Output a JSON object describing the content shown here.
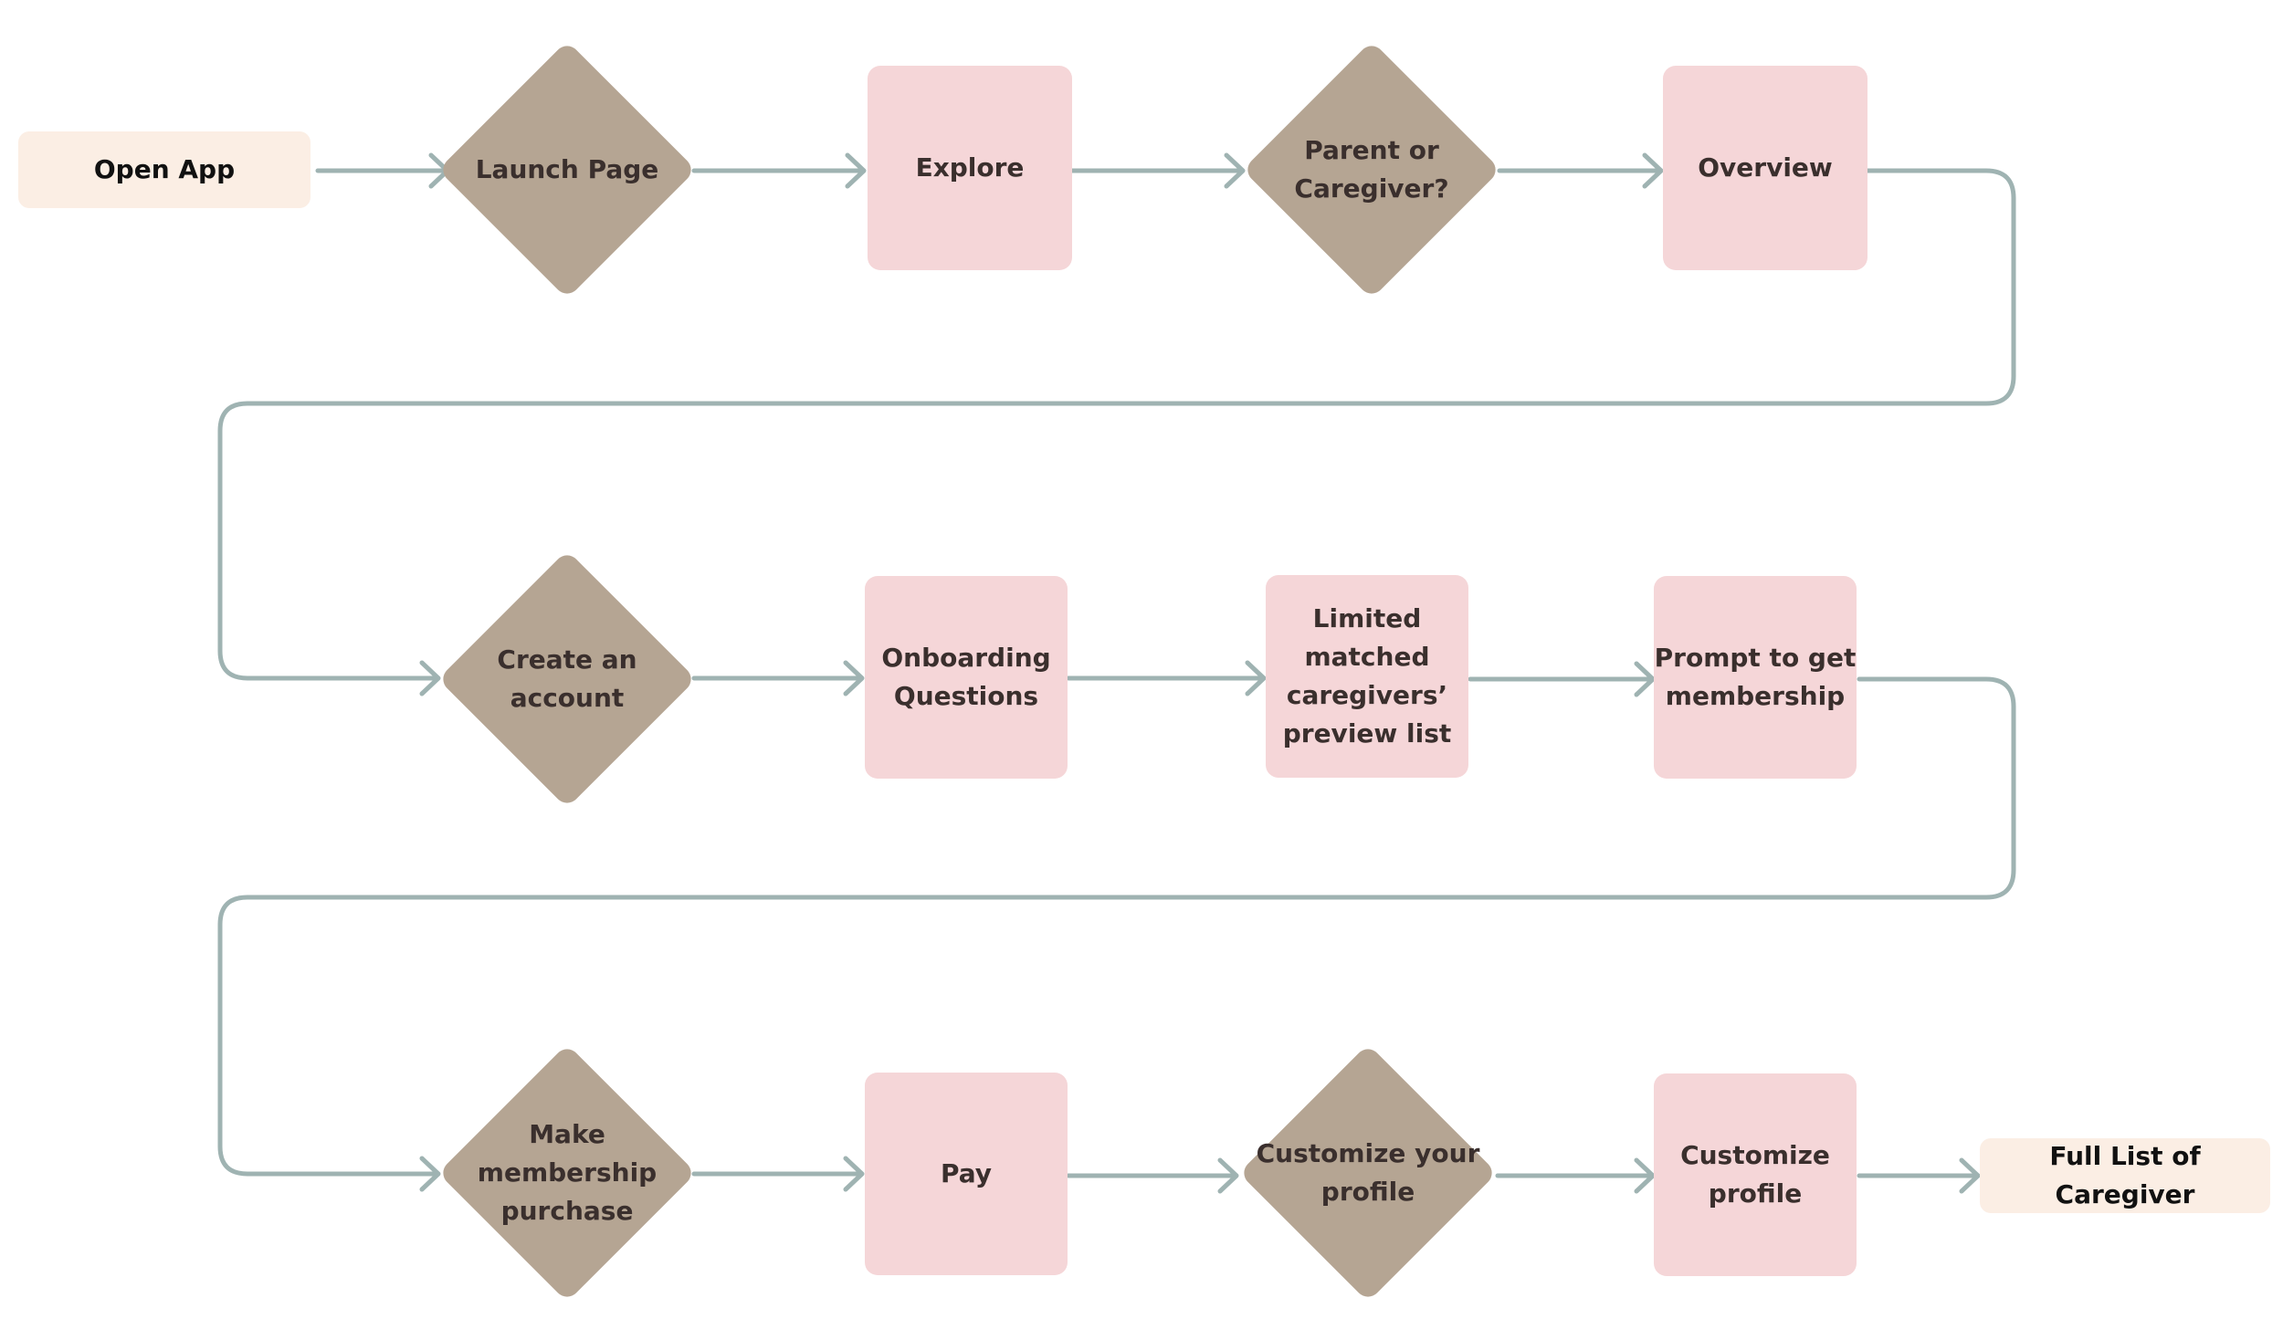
{
  "diagram": {
    "title": "",
    "colors": {
      "connector": "#9fb3b2",
      "terminal_fill": "#fbeee4",
      "process_fill": "#f5d6d8",
      "decision_fill": "#b5a593",
      "text": "#3a2f2d"
    },
    "nodes": {
      "open_app": {
        "label": "Open App",
        "type": "terminal"
      },
      "launch_page": {
        "label": "Launch Page",
        "type": "decision"
      },
      "explore": {
        "label": "Explore",
        "type": "process"
      },
      "parent_or_caregiver": {
        "label": "Parent or\nCaregiver?",
        "type": "decision"
      },
      "overview": {
        "label": "Overview",
        "type": "process"
      },
      "create_account": {
        "label": "Create an\naccount",
        "type": "decision"
      },
      "onboarding_questions": {
        "label": "Onboarding\nQuestions",
        "type": "process"
      },
      "limited_preview": {
        "label": "Limited\nmatched\ncaregivers’\npreview list",
        "type": "process"
      },
      "prompt_membership": {
        "label": "Prompt to get\nmembership",
        "type": "process"
      },
      "make_membership_purchase": {
        "label": "Make\nmembership\npurchase",
        "type": "decision"
      },
      "pay": {
        "label": "Pay",
        "type": "process"
      },
      "customize_your_profile": {
        "label": "Customize your\nprofile",
        "type": "decision"
      },
      "customize_profile": {
        "label": "Customize\nprofile",
        "type": "process"
      },
      "full_list": {
        "label": "Full List of Caregiver",
        "type": "terminal"
      }
    },
    "flow": [
      "open_app",
      "launch_page",
      "explore",
      "parent_or_caregiver",
      "overview",
      "create_account",
      "onboarding_questions",
      "limited_preview",
      "prompt_membership",
      "make_membership_purchase",
      "pay",
      "customize_your_profile",
      "customize_profile",
      "full_list"
    ]
  }
}
